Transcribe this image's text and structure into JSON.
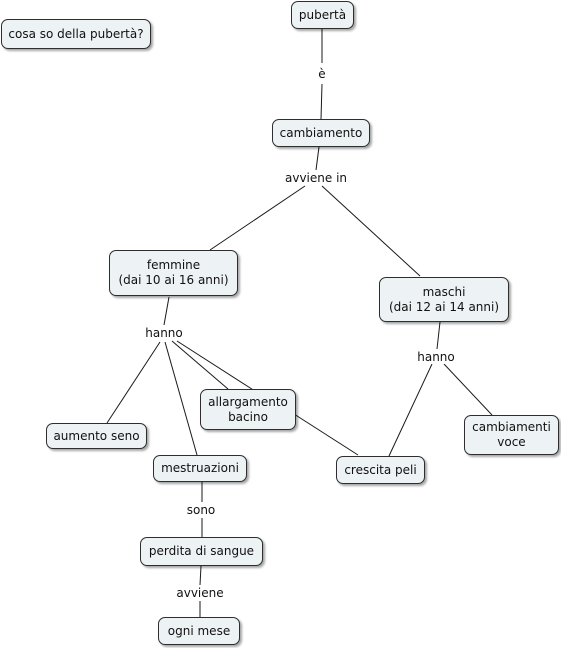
{
  "colors": {
    "node_fill": "#edf2f4",
    "node_border": "#2e2e2e",
    "line": "#1a1a1a",
    "background": "#ffffff"
  },
  "concepts": {
    "question": "cosa so della pubertà?",
    "puberta": "pubertà",
    "cambiamento": "cambiamento",
    "femmine": "femmine\n(dai 10 ai 16 anni)",
    "maschi": "maschi\n(dai 12 ai 14 anni)",
    "aumento_seno": "aumento seno",
    "allargamento_bacino": "allargamento\nbacino",
    "mestruazioni": "mestruazioni",
    "crescita_peli": "crescita peli",
    "cambiamenti_voce": "cambiamenti\nvoce",
    "perdita_sangue": "perdita di sangue",
    "ogni_mese": "ogni mese"
  },
  "links": {
    "e": "è",
    "avviene_in": "avviene in",
    "hanno_f": "hanno",
    "hanno_m": "hanno",
    "sono": "sono",
    "avviene": "avviene"
  }
}
